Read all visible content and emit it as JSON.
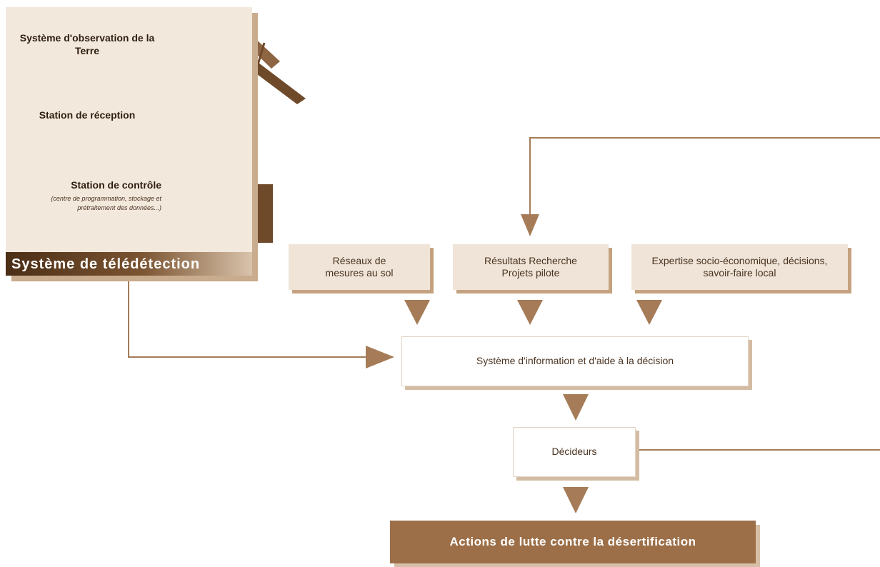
{
  "remote_sensing": {
    "title": "Système de télédétection",
    "step1": "Système d'observation de la Terre",
    "step2": "Station de réception",
    "step3": "Station de contrôle",
    "step3_detail": "(centre de programmation, stockage et prétraitement des données...)"
  },
  "inputs": {
    "ground_networks": "Réseaux de mesures au sol",
    "research": "Résultats Recherche Projets pilote",
    "expertise": "Expertise socio-économique, décisions, savoir-faire local"
  },
  "info_system": "Système d'information et d'aide à la décision",
  "decision_makers": "Décideurs",
  "actions": "Actions de lutte contre la désertification",
  "colors": {
    "arrow": "#a57c57",
    "panel": "#f2e8dc",
    "band": "#4b2e16",
    "final_box": "#9c6f48"
  }
}
